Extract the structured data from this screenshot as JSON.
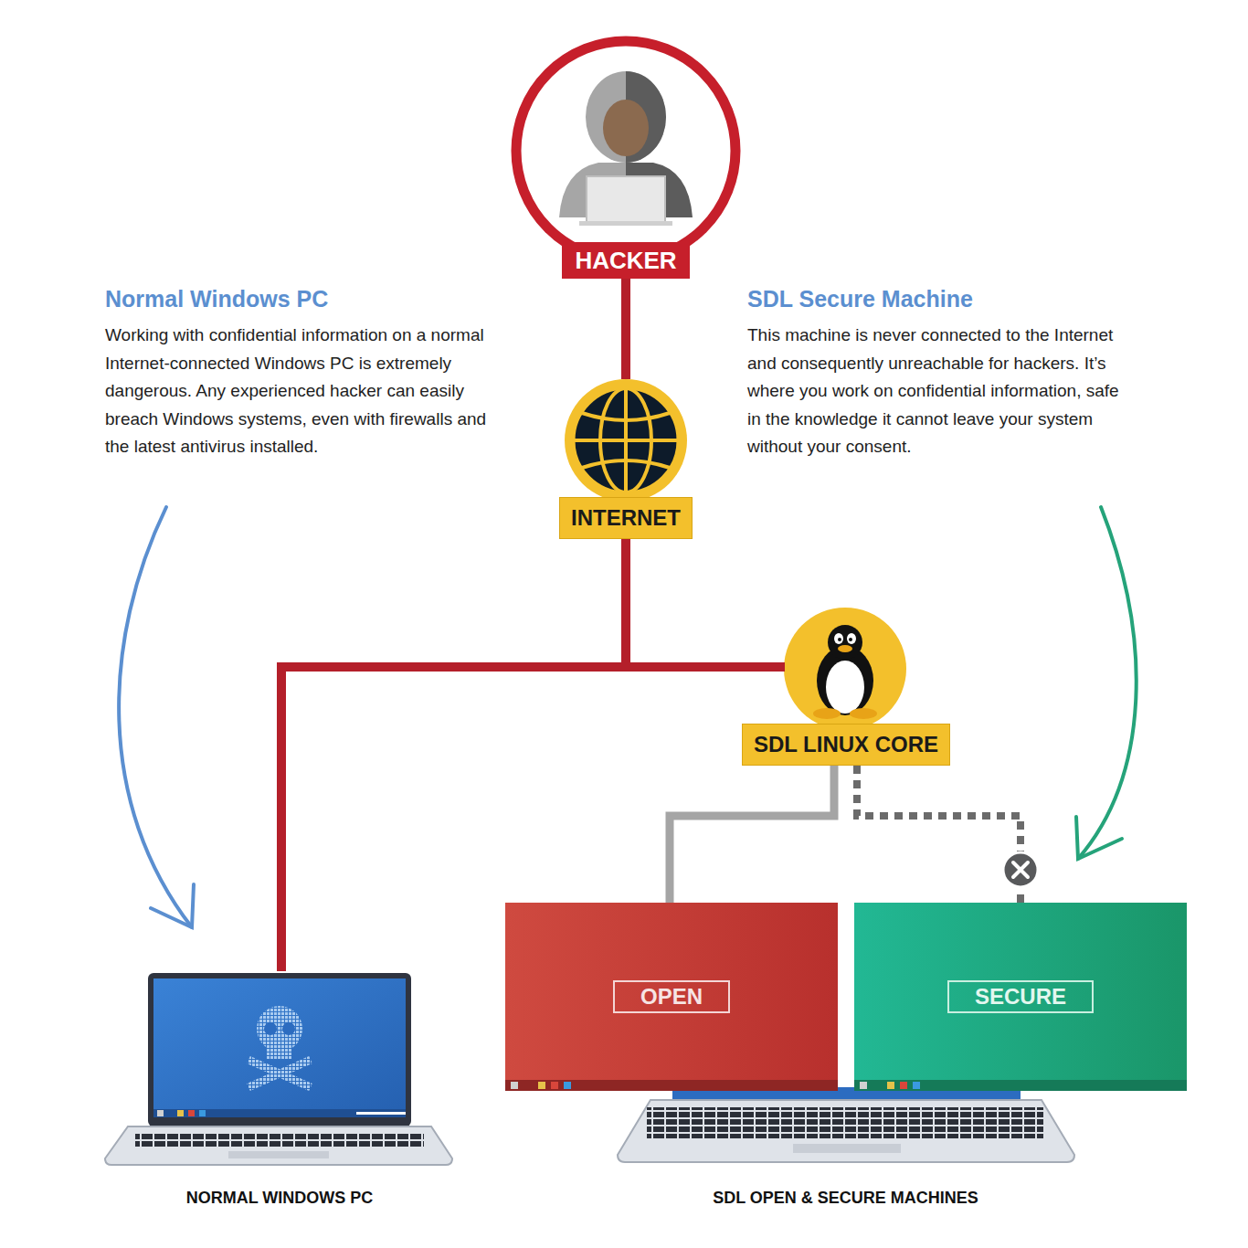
{
  "diagram": {
    "nodes": [
      {
        "text": [
          "HACKER"
        ]
      },
      {
        "text": [
          "INTERNET"
        ]
      },
      {
        "text": [
          "SDL LINUX CORE"
        ]
      },
      {
        "text": [
          "NORMAL WINDOWS PC"
        ]
      },
      {
        "text": [
          "SDL OPEN & SECURE MACHINES"
        ]
      },
      {
        "text": [
          "OPEN"
        ],
        "in": 4
      },
      {
        "text": [
          "SECURE"
        ],
        "in": 4
      }
    ],
    "edges": [
      {
        "from": 0,
        "to": 1,
        "arrow": "none"
      },
      {
        "from": 1,
        "to": 3,
        "arrow": "none"
      },
      {
        "from": 1,
        "to": 2,
        "arrow": "none"
      },
      {
        "from": 2,
        "to": 5,
        "arrow": "none"
      },
      {
        "from": 2,
        "to": 6,
        "arrow": "none"
      }
    ],
    "labels": [
      "Normal Windows PC",
      "Working with confidential information on a normal Internet-connected Windows PC is extremely dangerous. Any experienced hacker can easily breach Windows systems, even with firewalls and the latest antivirus installed.",
      "SDL Secure Machine",
      "This machine is never connected to the Internet and consequently unreachable for hackers. It’s where you work on confidential information, safe in the knowledge it cannot leave your system without your consent."
    ]
  }
}
